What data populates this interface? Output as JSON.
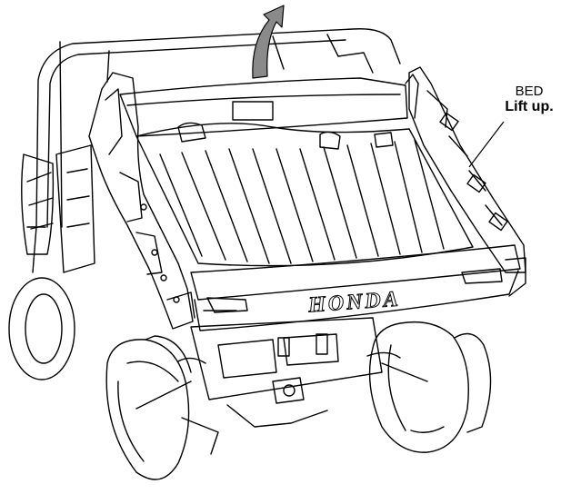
{
  "callout": {
    "part_name": "BED",
    "instruction": "Lift up."
  },
  "tailgate_brand": "HONDA",
  "colors": {
    "line": "#000000",
    "background": "#ffffff",
    "arrow_fill": "#8a8a8a"
  },
  "icons": {
    "motion_arrow": "curved-up-arrow-icon"
  }
}
